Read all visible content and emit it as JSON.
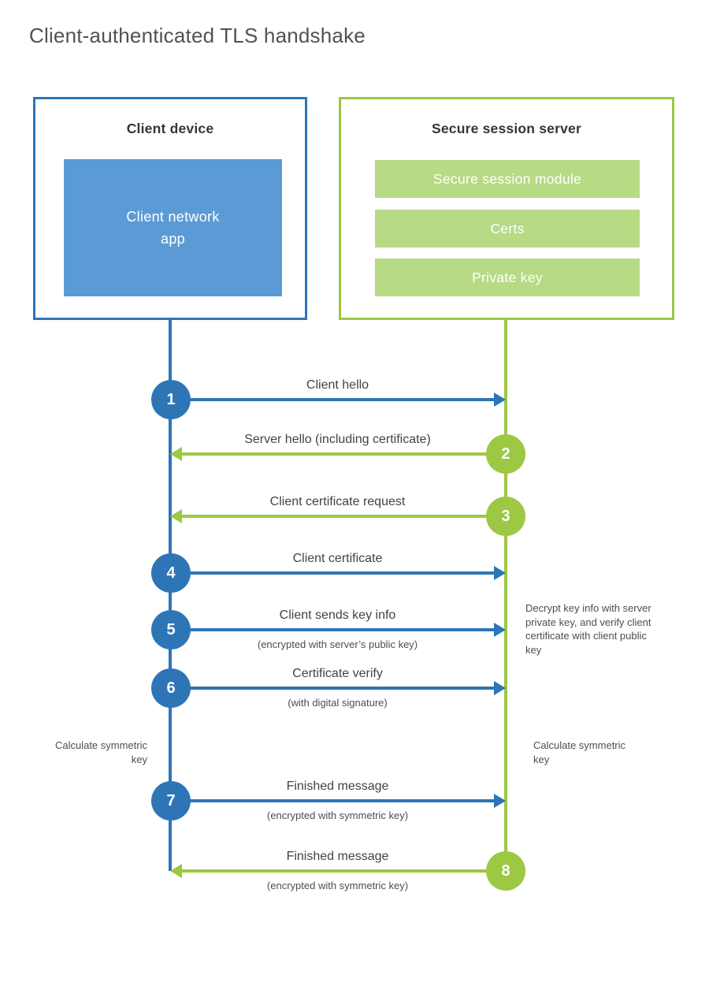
{
  "title": "Client-authenticated TLS handshake",
  "colors": {
    "blue": "#2e75b6",
    "blue-light": "#5b9bd5",
    "green": "#9cc843",
    "green-light": "#b7da85"
  },
  "client": {
    "title": "Client device",
    "app_lines": [
      "Client network",
      "app"
    ]
  },
  "server": {
    "title": "Secure session server",
    "modules": [
      "Secure session module",
      "Certs",
      "Private key"
    ]
  },
  "steps": [
    {
      "num": "1",
      "label": "Client hello",
      "sub": "",
      "direction": "client-to-server"
    },
    {
      "num": "2",
      "label": "Server hello (including certificate)",
      "sub": "",
      "direction": "server-to-client"
    },
    {
      "num": "3",
      "label": "Client certificate request",
      "sub": "",
      "direction": "server-to-client"
    },
    {
      "num": "4",
      "label": "Client certificate",
      "sub": "",
      "direction": "client-to-server"
    },
    {
      "num": "5",
      "label": "Client sends key info",
      "sub": "(encrypted with server’s public key)",
      "direction": "client-to-server"
    },
    {
      "num": "6",
      "label": "Certificate verify",
      "sub": "(with digital signature)",
      "direction": "client-to-server"
    },
    {
      "num": "7",
      "label": "Finished message",
      "sub": "(encrypted with symmetric key)",
      "direction": "client-to-server"
    },
    {
      "num": "8",
      "label": "Finished message",
      "sub": "(encrypted with symmetric key)",
      "direction": "server-to-client"
    }
  ],
  "notes": {
    "decrypt": "Decrypt key info with server private key, and verify client certificate with client public key",
    "calc_left": "Calculate symmetric key",
    "calc_right": "Calculate symmetric key"
  }
}
